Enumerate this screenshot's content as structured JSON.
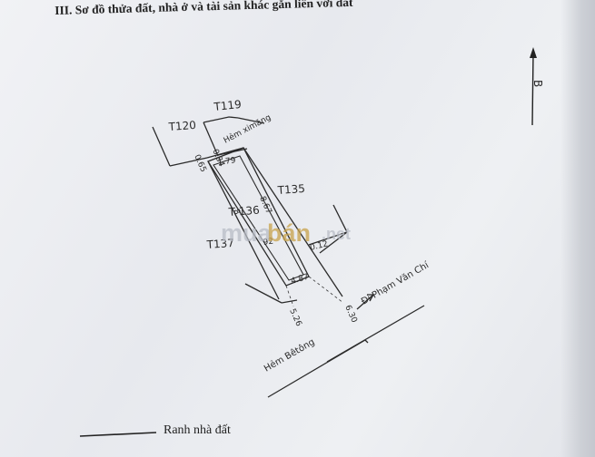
{
  "heading": "III. Sơ đồ thửa đất, nhà ở và tài sản khác gắn liền với đất",
  "north_label": "B",
  "parcels": {
    "t119": "T119",
    "t120": "T120",
    "t135": "T135",
    "t136": "T 136",
    "t137": "T137"
  },
  "roads": {
    "hem_ximang": "Hẻm ximăng",
    "hem_betong": "Hẻm Bêtông",
    "di_pham_van_chi": "Đi Phạm Văn Chí"
  },
  "dimensions": {
    "d084": "0.84",
    "d065": "0.65",
    "d179": "1.79",
    "d867": "8.67",
    "d8": "8",
    "d012": "0.12",
    "d487": "4.87",
    "d526": "5.26",
    "d630": "6.30",
    "d92": "92"
  },
  "watermark": {
    "part1": "mua",
    "part2": "bán",
    "part3": ".net"
  },
  "legend_label": "Ranh nhà đất"
}
